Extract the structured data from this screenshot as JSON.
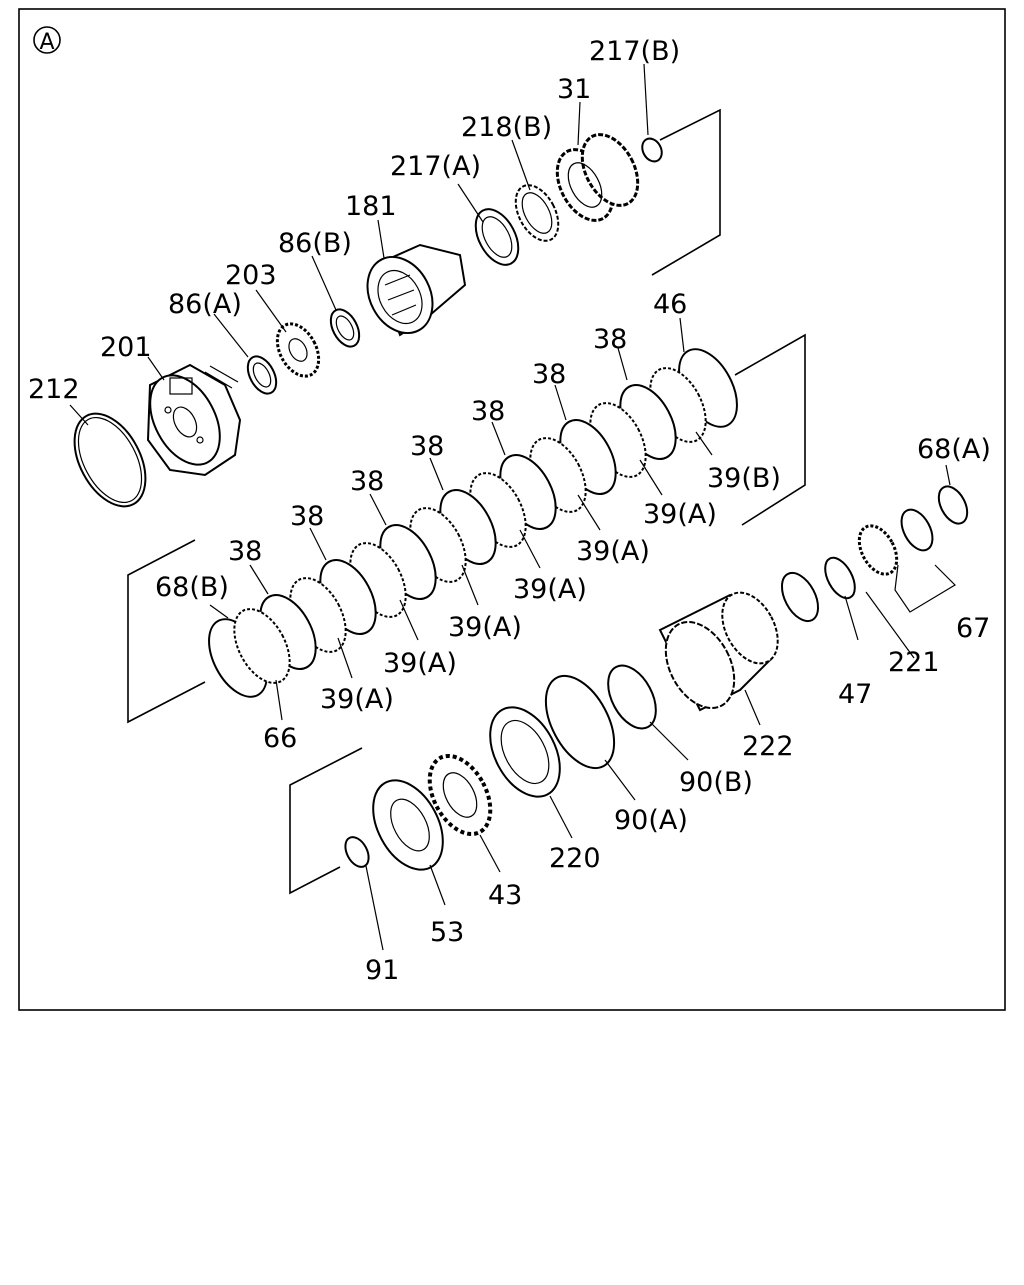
{
  "view_marker": "A",
  "labels": {
    "p217b": "217(B)",
    "p31": "31",
    "p218b": "218(B)",
    "p217a": "217(A)",
    "p181": "181",
    "p86b": "86(B)",
    "p203": "203",
    "p86a": "86(A)",
    "p201": "201",
    "p212": "212",
    "p46": "46",
    "p38_1": "38",
    "p38_2": "38",
    "p38_3": "38",
    "p38_4": "38",
    "p38_5": "38",
    "p38_6": "38",
    "p38_7": "38",
    "p39b": "39(B)",
    "p39a_1": "39(A)",
    "p39a_2": "39(A)",
    "p39a_3": "39(A)",
    "p39a_4": "39(A)",
    "p39a_5": "39(A)",
    "p39a_6": "39(A)",
    "p68a": "68(A)",
    "p68b": "68(B)",
    "p66": "66",
    "p67": "67",
    "p221": "221",
    "p47": "47",
    "p222": "222",
    "p90b": "90(B)",
    "p90a": "90(A)",
    "p220": "220",
    "p43": "43",
    "p53": "53",
    "p91": "91"
  }
}
